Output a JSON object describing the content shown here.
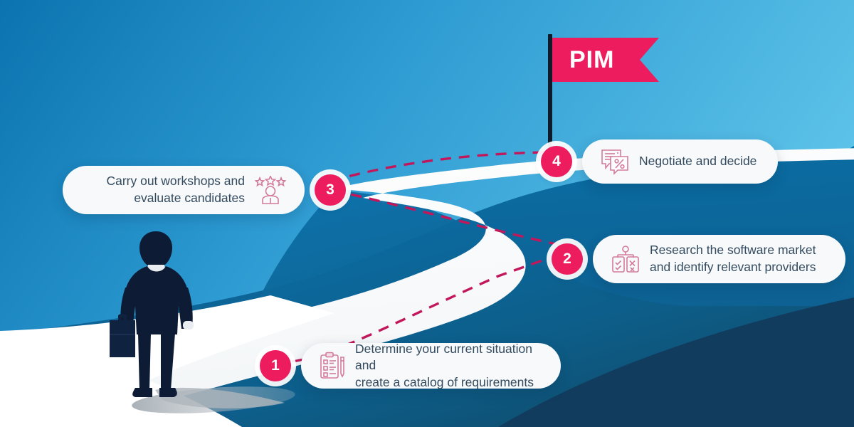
{
  "flag": {
    "label": "PIM",
    "color": "#EC1C5E",
    "pole_color": "#0d1b2a",
    "icon": "milestone-flag-icon"
  },
  "theme": {
    "accent": "#EC1C5E",
    "text": "#334a5e",
    "sky_top_left": "#0b74b0",
    "sky_right": "#5cc2e8",
    "cliff_mid": "#0470a8",
    "cliff_dark": "#0f5e8c",
    "cliff_deep": "#123f63",
    "cliff_navy": "#123c5e",
    "road": "#ffffff",
    "figure": "#0d1b34",
    "shadow": "#b8bec4"
  },
  "figure": {
    "name": "businessman-silhouette",
    "description": "Man in suit seen from behind holding a briefcase",
    "accessory": "briefcase"
  },
  "steps": [
    {
      "number": "1",
      "text": "Determine your current situation and\ncreate a catalog of requirements",
      "icon": "clipboard-checklist-pencil-icon",
      "align": "left"
    },
    {
      "number": "2",
      "text": "Research the software market\nand identify relevant providers",
      "icon": "two-clipboards-check-cross-icon",
      "align": "left"
    },
    {
      "number": "3",
      "text": "Carry out workshops and\nevaluate candidates",
      "icon": "person-three-stars-icon",
      "align": "right"
    },
    {
      "number": "4",
      "text": "Negotiate and decide",
      "icon": "speech-bubbles-percent-icon",
      "align": "left"
    }
  ],
  "connectors": {
    "style": "dashed",
    "color": "#C2185B",
    "description": "Dashed line linking step 1 to 2 to 3 to 4 along the winding road"
  }
}
